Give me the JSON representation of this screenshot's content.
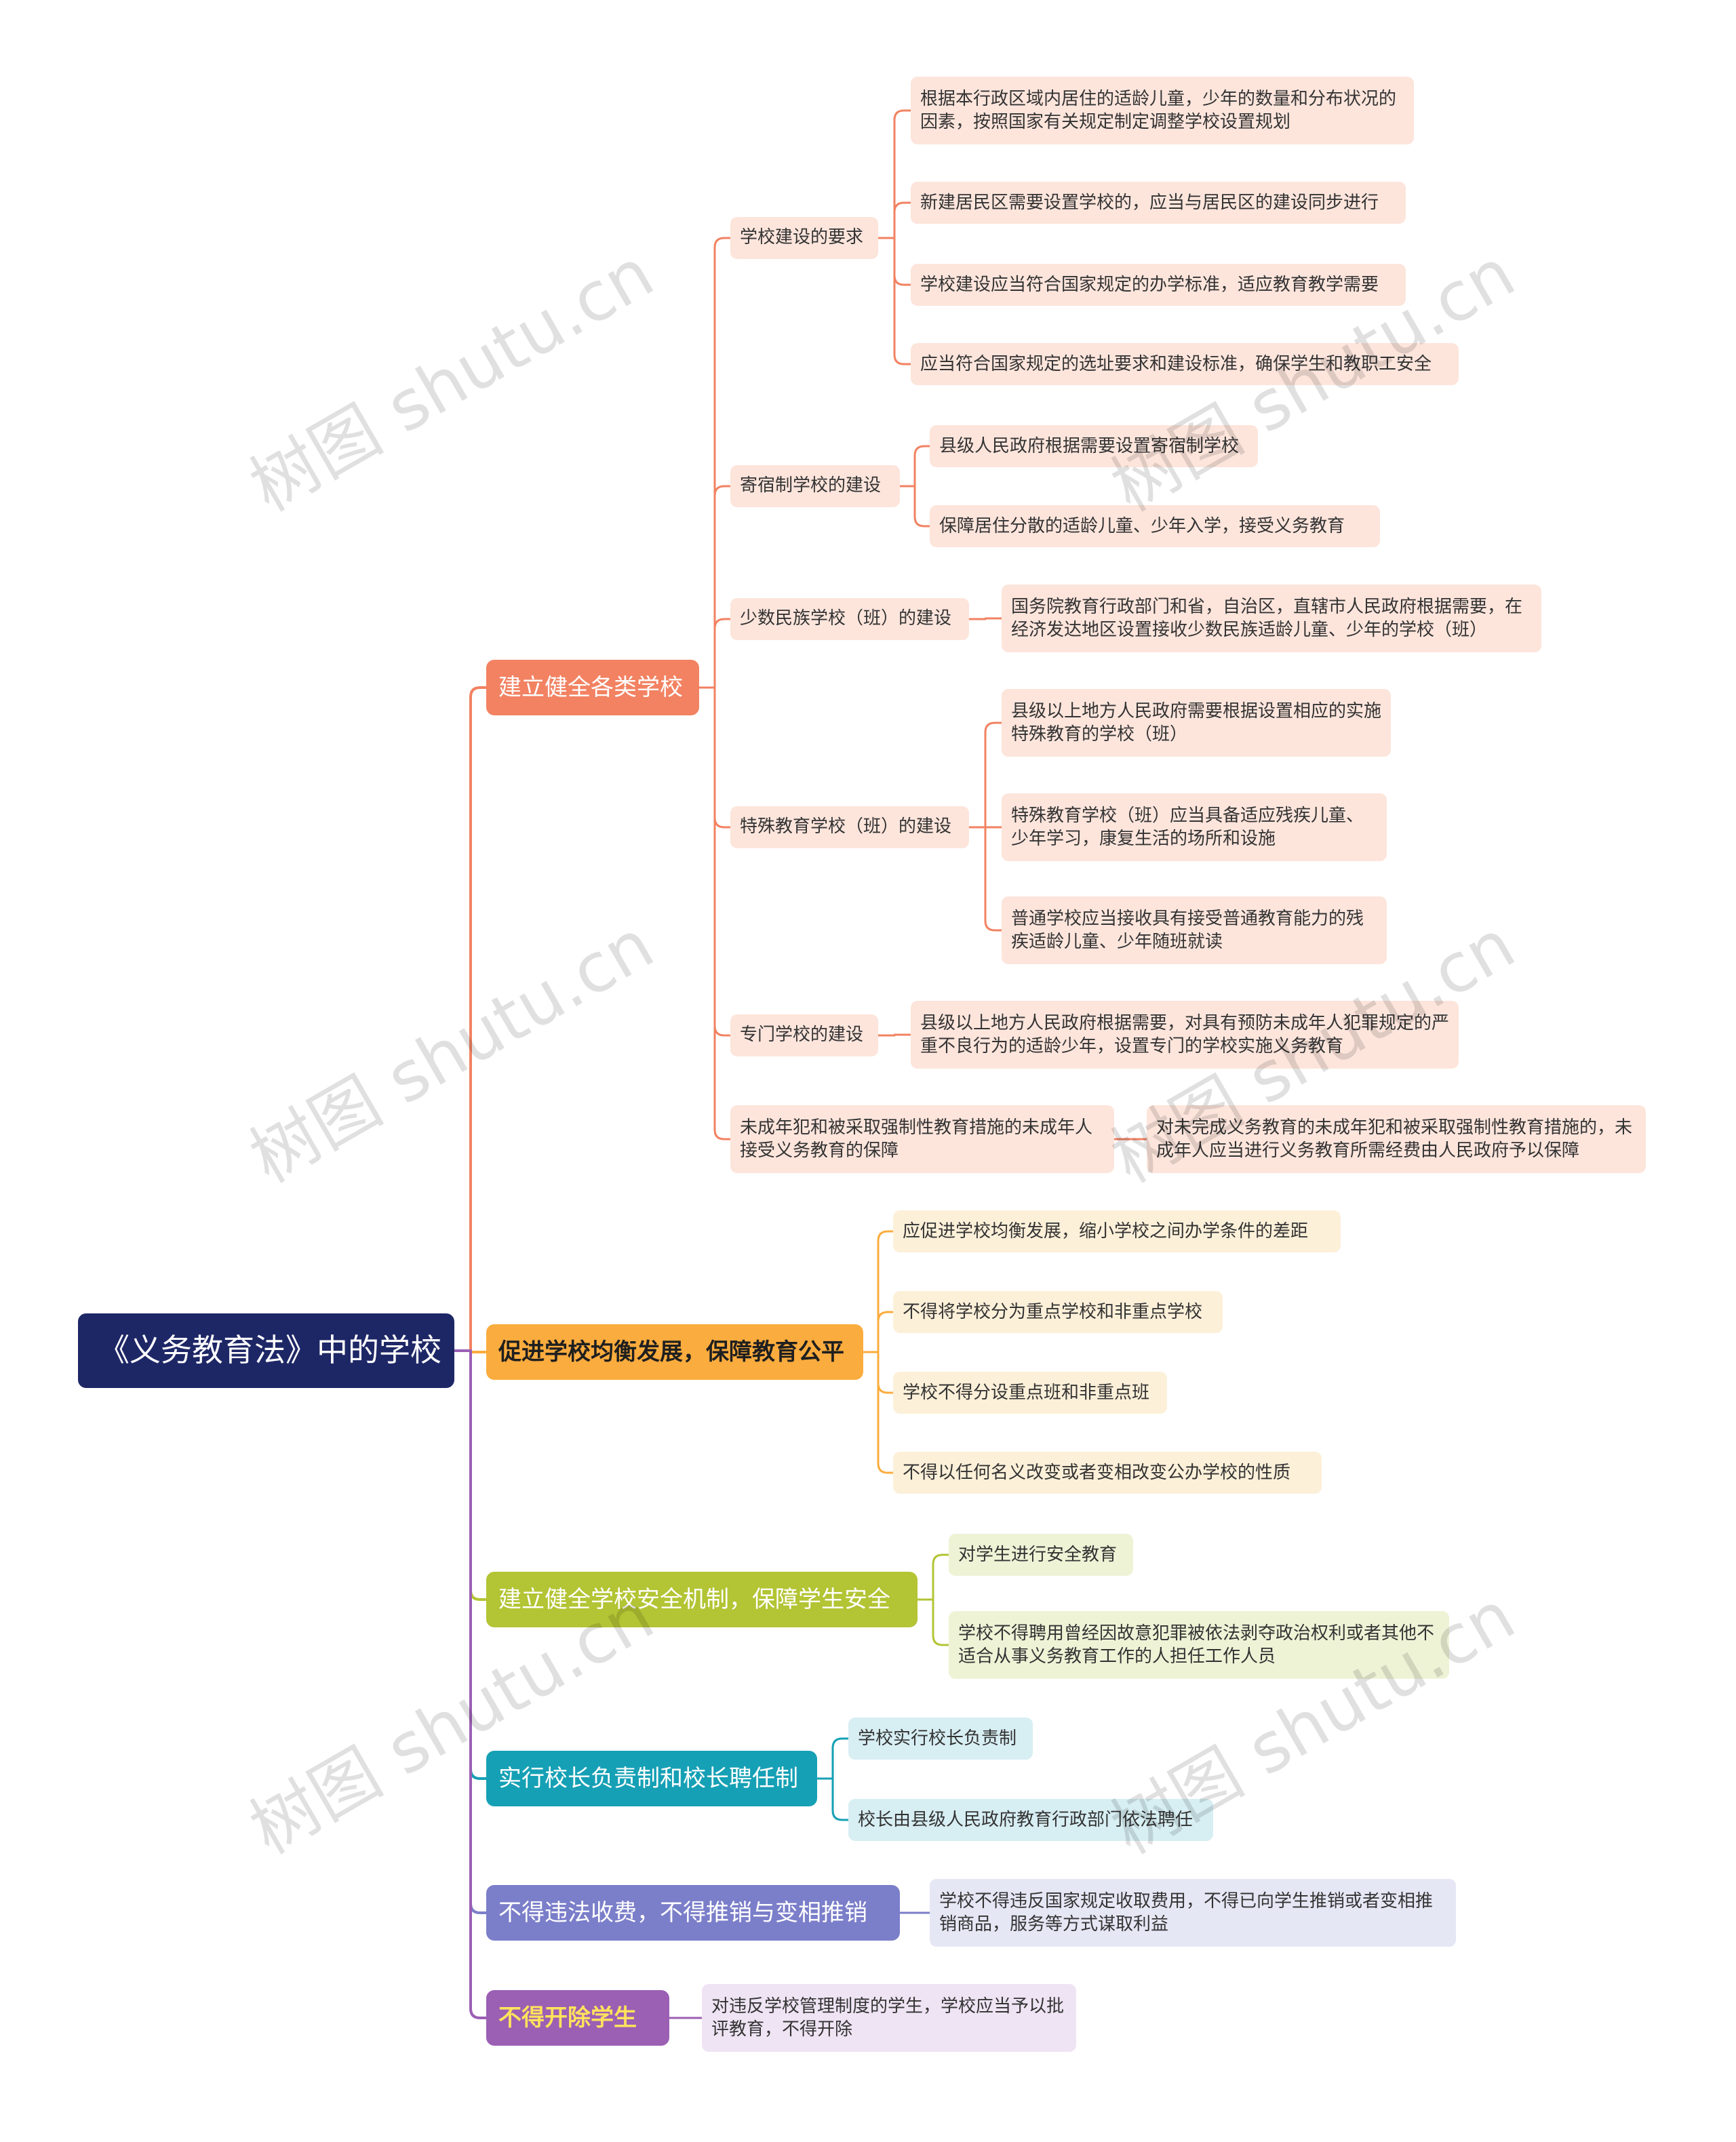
{
  "root": "《义务教育法》中的学校",
  "b1": {
    "label": "建立健全各类学校",
    "s1": {
      "label": "学校建设的要求",
      "l1": "根据本行政区域内居住的适龄儿童，少年的数量和分布状况的因素，按照国家有关规定制定调整学校设置规划",
      "l2": "新建居民区需要设置学校的，应当与居民区的建设同步进行",
      "l3": "学校建设应当符合国家规定的办学标准，适应教育教学需要",
      "l4": "应当符合国家规定的选址要求和建设标准，确保学生和教职工安全"
    },
    "s2": {
      "label": "寄宿制学校的建设",
      "l1": "县级人民政府根据需要设置寄宿制学校",
      "l2": "保障居住分散的适龄儿童、少年入学，接受义务教育"
    },
    "s3": {
      "label": "少数民族学校（班）的建设",
      "l1": "国务院教育行政部门和省，自治区，直辖市人民政府根据需要，在经济发达地区设置接收少数民族适龄儿童、少年的学校（班）"
    },
    "s4": {
      "label": "特殊教育学校（班）的建设",
      "l1": "县级以上地方人民政府需要根据设置相应的实施特殊教育的学校（班）",
      "l2": "特殊教育学校（班）应当具备适应残疾儿童、少年学习，康复生活的场所和设施",
      "l3": "普通学校应当接收具有接受普通教育能力的残疾适龄儿童、少年随班就读"
    },
    "s5": {
      "label": "专门学校的建设",
      "l1": "县级以上地方人民政府根据需要，对具有预防未成年人犯罪规定的严重不良行为的适龄少年，设置专门的学校实施义务教育"
    },
    "s6": {
      "label": "未成年犯和被采取强制性教育措施的未成年人接受义务教育的保障",
      "l1": "对未完成义务教育的未成年犯和被采取强制性教育措施的，未成年人应当进行义务教育所需经费由人民政府予以保障"
    }
  },
  "b2": {
    "label": "促进学校均衡发展，保障教育公平",
    "l1": "应促进学校均衡发展，缩小学校之间办学条件的差距",
    "l2": "不得将学校分为重点学校和非重点学校",
    "l3": "学校不得分设重点班和非重点班",
    "l4": "不得以任何名义改变或者变相改变公办学校的性质"
  },
  "b3": {
    "label": "建立健全学校安全机制，保障学生安全",
    "l1": "对学生进行安全教育",
    "l2": "学校不得聘用曾经因故意犯罪被依法剥夺政治权利或者其他不适合从事义务教育工作的人担任工作人员"
  },
  "b4": {
    "label": "实行校长负责制和校长聘任制",
    "l1": "学校实行校长负责制",
    "l2": "校长由县级人民政府教育行政部门依法聘任"
  },
  "b5": {
    "label": "不得违法收费，不得推销与变相推销",
    "l1": "学校不得违反国家规定收取费用，不得已向学生推销或者变相推销商品，服务等方式谋取利益"
  },
  "b6": {
    "label": "不得开除学生",
    "l1": "对违反学校管理制度的学生，学校应当予以批评教育，不得开除"
  },
  "watermark": "树图 shutu.cn",
  "colors": {
    "root": "#1e2766",
    "b1": "#f28262",
    "b2": "#fbac3e",
    "b3": "#b3c434",
    "b4": "#16a0b5",
    "b5": "#7b7ec9",
    "b6": "#9b5fb4"
  }
}
